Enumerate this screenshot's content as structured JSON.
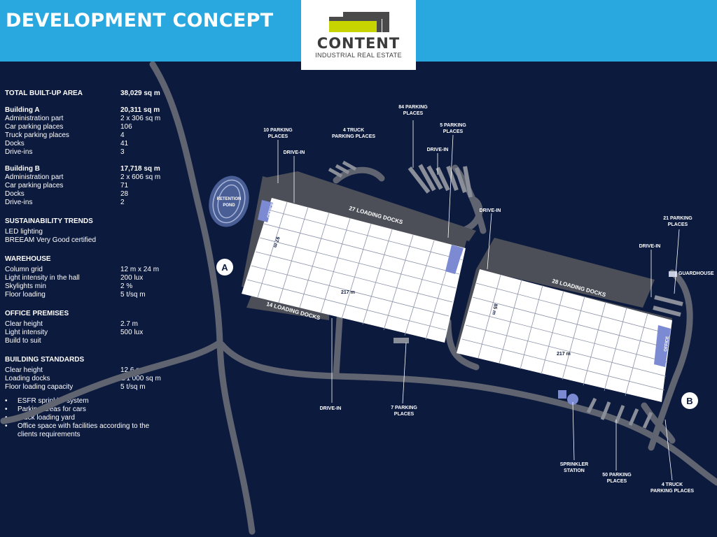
{
  "header": {
    "title": "DEVELOPMENT CONCEPT"
  },
  "logo": {
    "name": "CONTENT",
    "subtitle": "INDUSTRIAL REAL ESTATE"
  },
  "summary": {
    "label": "TOTAL BUILT-UP AREA",
    "value": "38,029 sq m"
  },
  "building_a": {
    "title": "Building A",
    "title_value": "20,311 sq m",
    "rows": [
      {
        "label": "Administration part",
        "value": "2 x 306 sq m"
      },
      {
        "label": "Car parking places",
        "value": "106"
      },
      {
        "label": "Truck parking places",
        "value": "4"
      },
      {
        "label": "Docks",
        "value": "41"
      },
      {
        "label": "Drive-ins",
        "value": "3"
      }
    ]
  },
  "building_b": {
    "title": "Building B",
    "title_value": "17,718 sq m",
    "rows": [
      {
        "label": "Administration part",
        "value": "2 x 606 sq m"
      },
      {
        "label": "Car parking places",
        "value": "71"
      },
      {
        "label": "Docks",
        "value": "28"
      },
      {
        "label": "Drive-ins",
        "value": "2"
      }
    ]
  },
  "sustainability": {
    "title": "SUSTAINABILITY TRENDS",
    "items": [
      "LED lighting",
      "BREEAM Very Good certified"
    ]
  },
  "warehouse": {
    "title": "WAREHOUSE",
    "rows": [
      {
        "label": "Column grid",
        "value": "12 m x 24 m"
      },
      {
        "label": "Light intensity in the hall",
        "value": "200 lux"
      },
      {
        "label": "Skylights min",
        "value": "2 %"
      },
      {
        "label": "Floor loading",
        "value": "5 t/sq m"
      }
    ]
  },
  "office": {
    "title": "OFFICE PREMISES",
    "rows": [
      {
        "label": "Clear height",
        "value": "2.7 m"
      },
      {
        "label": "Light intensity",
        "value": "500 lux"
      },
      {
        "label": "Build to suit",
        "value": ""
      }
    ]
  },
  "standards": {
    "title": "BUILDING STANDARDS",
    "rows": [
      {
        "label": "Clear height",
        "value": "12.6 m"
      },
      {
        "label": "Loading docks",
        "value": "1/1 000 sq m"
      },
      {
        "label": "Floor loading capacity",
        "value": "5 t/sq m"
      }
    ],
    "bullets": [
      "ESFR sprinkler system",
      "Parking areas for cars",
      "Truck loading yard",
      "Office space with facilities according to the",
      "clients requirements"
    ]
  },
  "map": {
    "labels": {
      "parking_84": [
        "84 PARKING",
        "PLACES"
      ],
      "parking_10": [
        "10 PARKING",
        "PLACES"
      ],
      "truck_4_top": [
        "4 TRUCK",
        "PARKING PLACES"
      ],
      "parking_5": [
        "5 PARKING",
        "PLACES"
      ],
      "drive_in": "DRIVE-IN",
      "parking_21": [
        "21 PARKING",
        "PLACES"
      ],
      "guardhouse": "GUARDHOUSE",
      "retention_pond": [
        "RETENTION",
        "POND"
      ],
      "office": "OFFICE",
      "docks_27": "27 LOADING DOCKS",
      "docks_14": "14 LOADING DOCKS",
      "docks_28": "28 LOADING DOCKS",
      "dim_97": "97 m",
      "dim_217": "217 m",
      "dim_85": "85 m",
      "marker_a": "A",
      "marker_b": "B",
      "parking_7": [
        "7 PARKING",
        "PLACES"
      ],
      "sprinkler": [
        "SPRINKLER",
        "STATION"
      ],
      "parking_50": [
        "50 PARKING",
        "PLACES"
      ],
      "truck_4_bottom": [
        "4 TRUCK",
        "PARKING PLACES"
      ]
    }
  }
}
